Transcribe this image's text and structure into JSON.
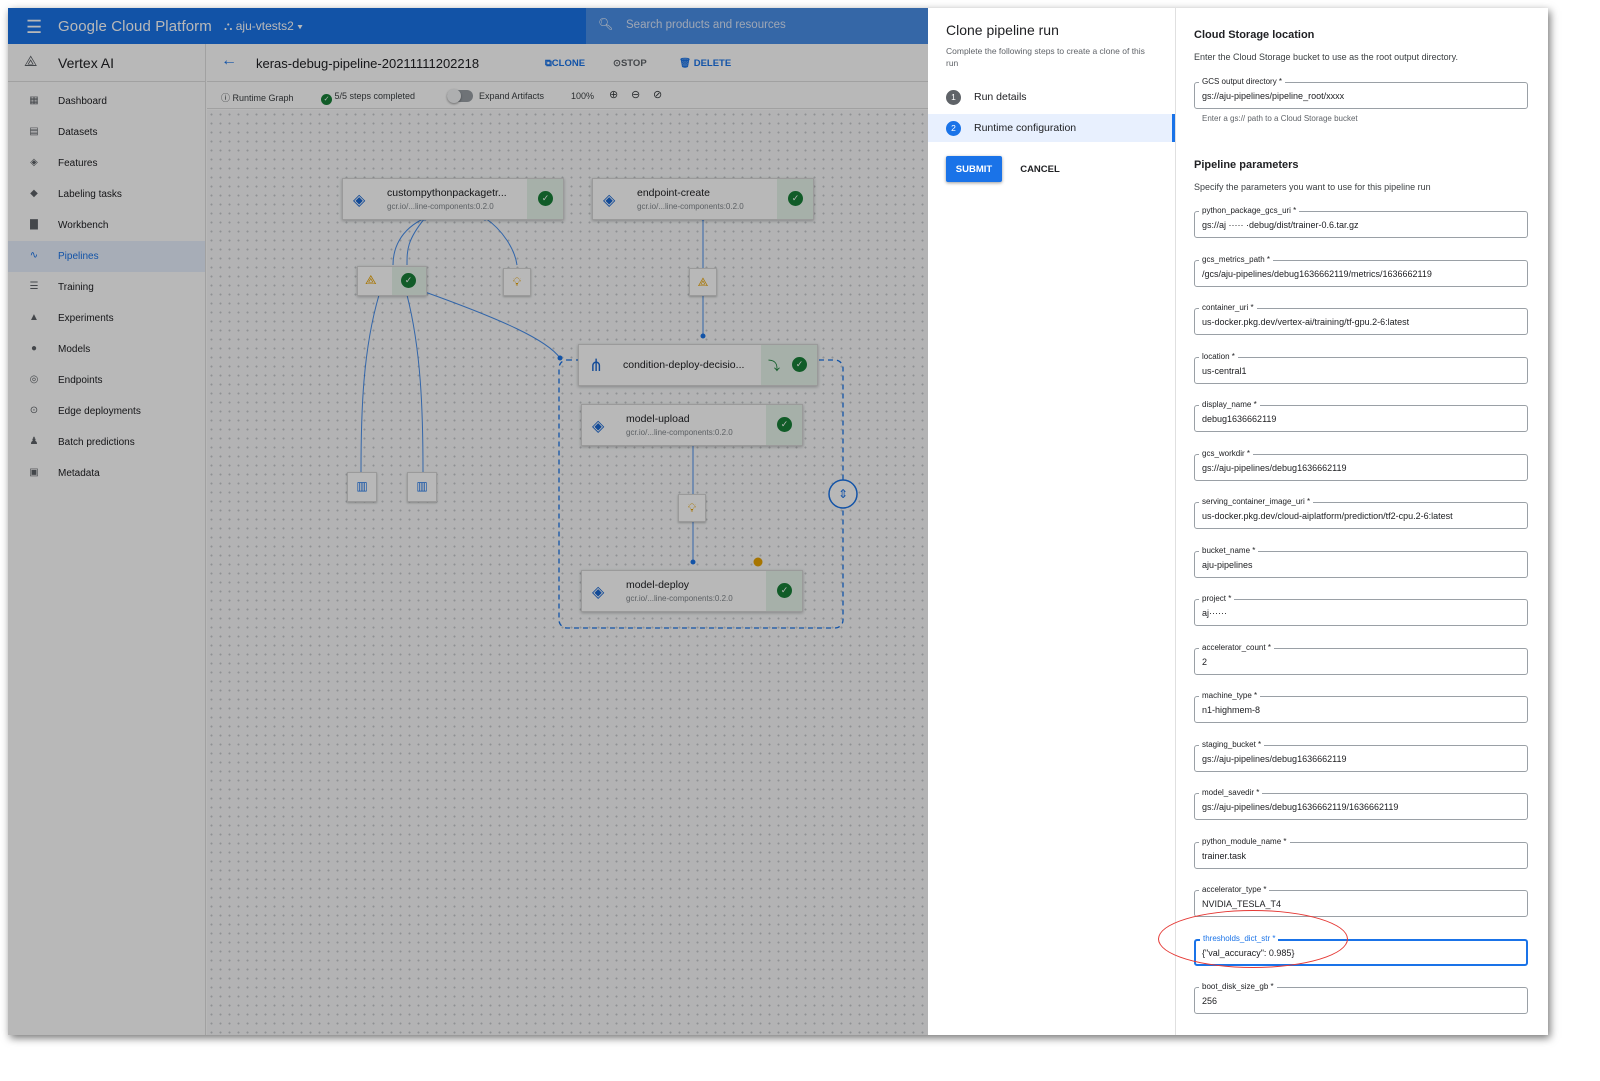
{
  "topbar": {
    "menu_icon": "menu-icon",
    "product_name": "Google Cloud Platform",
    "project_name": "aju-vtests2",
    "search_placeholder": "Search products and resources"
  },
  "sidebar": {
    "title": "Vertex AI",
    "items": [
      {
        "label": "Dashboard",
        "icon": "dashboard-icon",
        "glyph": "▦"
      },
      {
        "label": "Datasets",
        "icon": "datasets-icon",
        "glyph": "▤"
      },
      {
        "label": "Features",
        "icon": "features-icon",
        "glyph": "◈"
      },
      {
        "label": "Labeling tasks",
        "icon": "label-icon",
        "glyph": "◆"
      },
      {
        "label": "Workbench",
        "icon": "workbench-icon",
        "glyph": "▇"
      },
      {
        "label": "Pipelines",
        "icon": "pipelines-icon",
        "glyph": "∿"
      },
      {
        "label": "Training",
        "icon": "training-icon",
        "glyph": "☰"
      },
      {
        "label": "Experiments",
        "icon": "experiments-icon",
        "glyph": "▲"
      },
      {
        "label": "Models",
        "icon": "models-icon",
        "glyph": "●"
      },
      {
        "label": "Endpoints",
        "icon": "endpoints-icon",
        "glyph": "◎"
      },
      {
        "label": "Edge deployments",
        "icon": "edge-icon",
        "glyph": "⊙"
      },
      {
        "label": "Batch predictions",
        "icon": "batch-icon",
        "glyph": "♟"
      },
      {
        "label": "Metadata",
        "icon": "metadata-icon",
        "glyph": "▣"
      }
    ],
    "active": "Pipelines"
  },
  "header": {
    "run_name": "keras-debug-pipeline-20211111202218",
    "clone_label": "CLONE",
    "stop_label": "STOP",
    "delete_label": "DELETE"
  },
  "toolbar": {
    "runtime_graph": "Runtime Graph",
    "steps_completed": "5/5 steps completed",
    "expand_artifacts": "Expand Artifacts",
    "zoom": "100%"
  },
  "graph": {
    "nodes": {
      "custompython": {
        "name": "custompythonpackagetr...",
        "image": "gcr.io/...line-components:0.2.0"
      },
      "endpoint": {
        "name": "endpoint-create",
        "image": "gcr.io/...line-components:0.2.0"
      },
      "condition": {
        "name": "condition-deploy-decisio..."
      },
      "upload": {
        "name": "model-upload",
        "image": "gcr.io/...line-components:0.2.0"
      },
      "deploy": {
        "name": "model-deploy",
        "image": "gcr.io/...line-components:0.2.0"
      }
    }
  },
  "panel": {
    "title": "Clone pipeline run",
    "description": "Complete the following steps to create a clone of this run",
    "steps": [
      {
        "num": "1",
        "label": "Run details"
      },
      {
        "num": "2",
        "label": "Runtime configuration"
      }
    ],
    "submit_label": "SUBMIT",
    "cancel_label": "CANCEL",
    "storage": {
      "heading": "Cloud Storage location",
      "description": "Enter the Cloud Storage bucket to use as the root output directory.",
      "field_label": "GCS output directory *",
      "field_value": "gs://aju-pipelines/pipeline_root/xxxx",
      "hint": "Enter a gs:// path to a Cloud Storage bucket"
    },
    "params": {
      "heading": "Pipeline parameters",
      "description": "Specify the parameters you want to use for this pipeline run",
      "fields": [
        {
          "label": "python_package_gcs_uri *",
          "value": "gs://aj  ·····  ·debug/dist/trainer-0.6.tar.gz"
        },
        {
          "label": "gcs_metrics_path *",
          "value": "/gcs/aju-pipelines/debug1636662119/metrics/1636662119"
        },
        {
          "label": "container_uri *",
          "value": "us-docker.pkg.dev/vertex-ai/training/tf-gpu.2-6:latest"
        },
        {
          "label": "location *",
          "value": "us-central1"
        },
        {
          "label": "display_name *",
          "value": "debug1636662119"
        },
        {
          "label": "gcs_workdir *",
          "value": "gs://aju-pipelines/debug1636662119"
        },
        {
          "label": "serving_container_image_uri *",
          "value": "us-docker.pkg.dev/cloud-aiplatform/prediction/tf2-cpu.2-6:latest"
        },
        {
          "label": "bucket_name *",
          "value": "aju-pipelines"
        },
        {
          "label": "project *",
          "value": "aj······"
        },
        {
          "label": "accelerator_count *",
          "value": "2"
        },
        {
          "label": "machine_type *",
          "value": "n1-highmem-8"
        },
        {
          "label": "staging_bucket *",
          "value": "gs://aju-pipelines/debug1636662119"
        },
        {
          "label": "model_savedir *",
          "value": "gs://aju-pipelines/debug1636662119/1636662119"
        },
        {
          "label": "python_module_name *",
          "value": "trainer.task"
        },
        {
          "label": "accelerator_type *",
          "value": "NVIDIA_TESLA_T4"
        },
        {
          "label": "thresholds_dict_str *",
          "value": "{\"val_accuracy\": 0.985}"
        },
        {
          "label": "boot_disk_size_gb *",
          "value": "256"
        }
      ],
      "focused_field": "thresholds_dict_str *"
    }
  },
  "colors": {
    "primary": "#1a73e8",
    "success": "#188038",
    "artifact": "#e8a200",
    "annotation": "#e53935"
  }
}
